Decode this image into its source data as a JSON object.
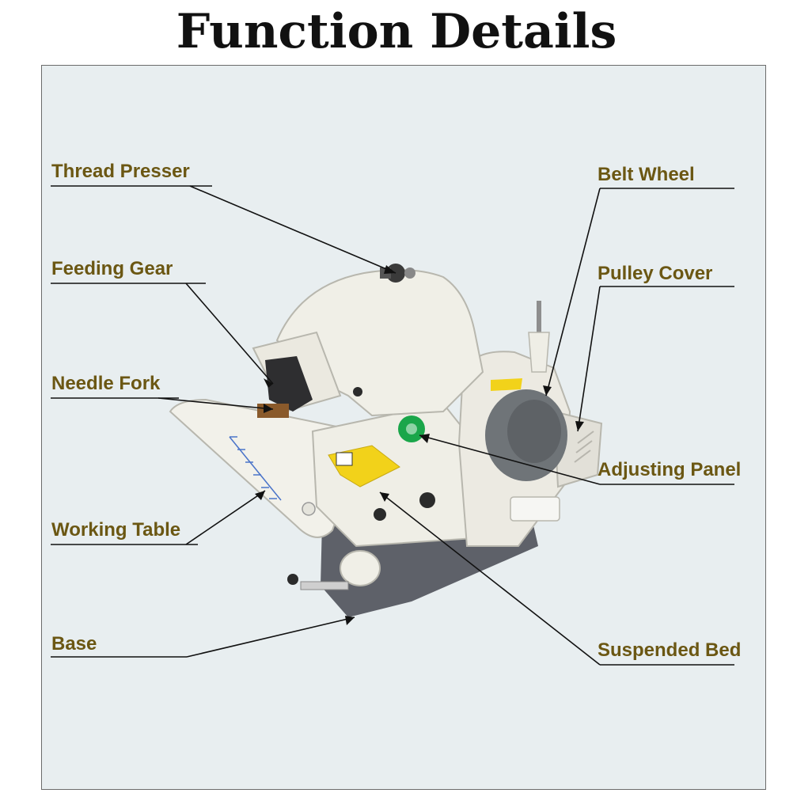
{
  "title": "Function Details",
  "labels": {
    "thread_presser": "Thread Presser",
    "feeding_gear": "Feeding Gear",
    "needle_fork": "Needle Fork",
    "working_table": "Working Table",
    "base": "Base",
    "belt_wheel": "Belt Wheel",
    "pulley_cover": "Pulley Cover",
    "adjusting_panel": "Adjusting Panel",
    "suspended_bed": "Suspended Bed"
  },
  "colors": {
    "label_text": "#6b5713",
    "machine_body": "#efeee6",
    "base_plate": "#5e6169",
    "warning_label": "#f2d21a",
    "dial": "#1aa64a",
    "pulley": "#6f7478"
  }
}
